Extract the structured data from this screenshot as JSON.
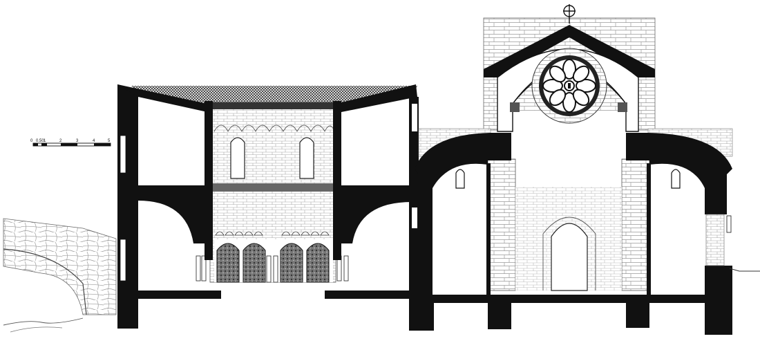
{
  "scale_bar": {
    "ticks": [
      "0",
      "0.50",
      "1",
      "2",
      "3",
      "4",
      "5"
    ]
  },
  "colors": {
    "ink": "#111111",
    "paper": "#ffffff",
    "hatch": "#444444",
    "stone": "#8a8a8a"
  }
}
